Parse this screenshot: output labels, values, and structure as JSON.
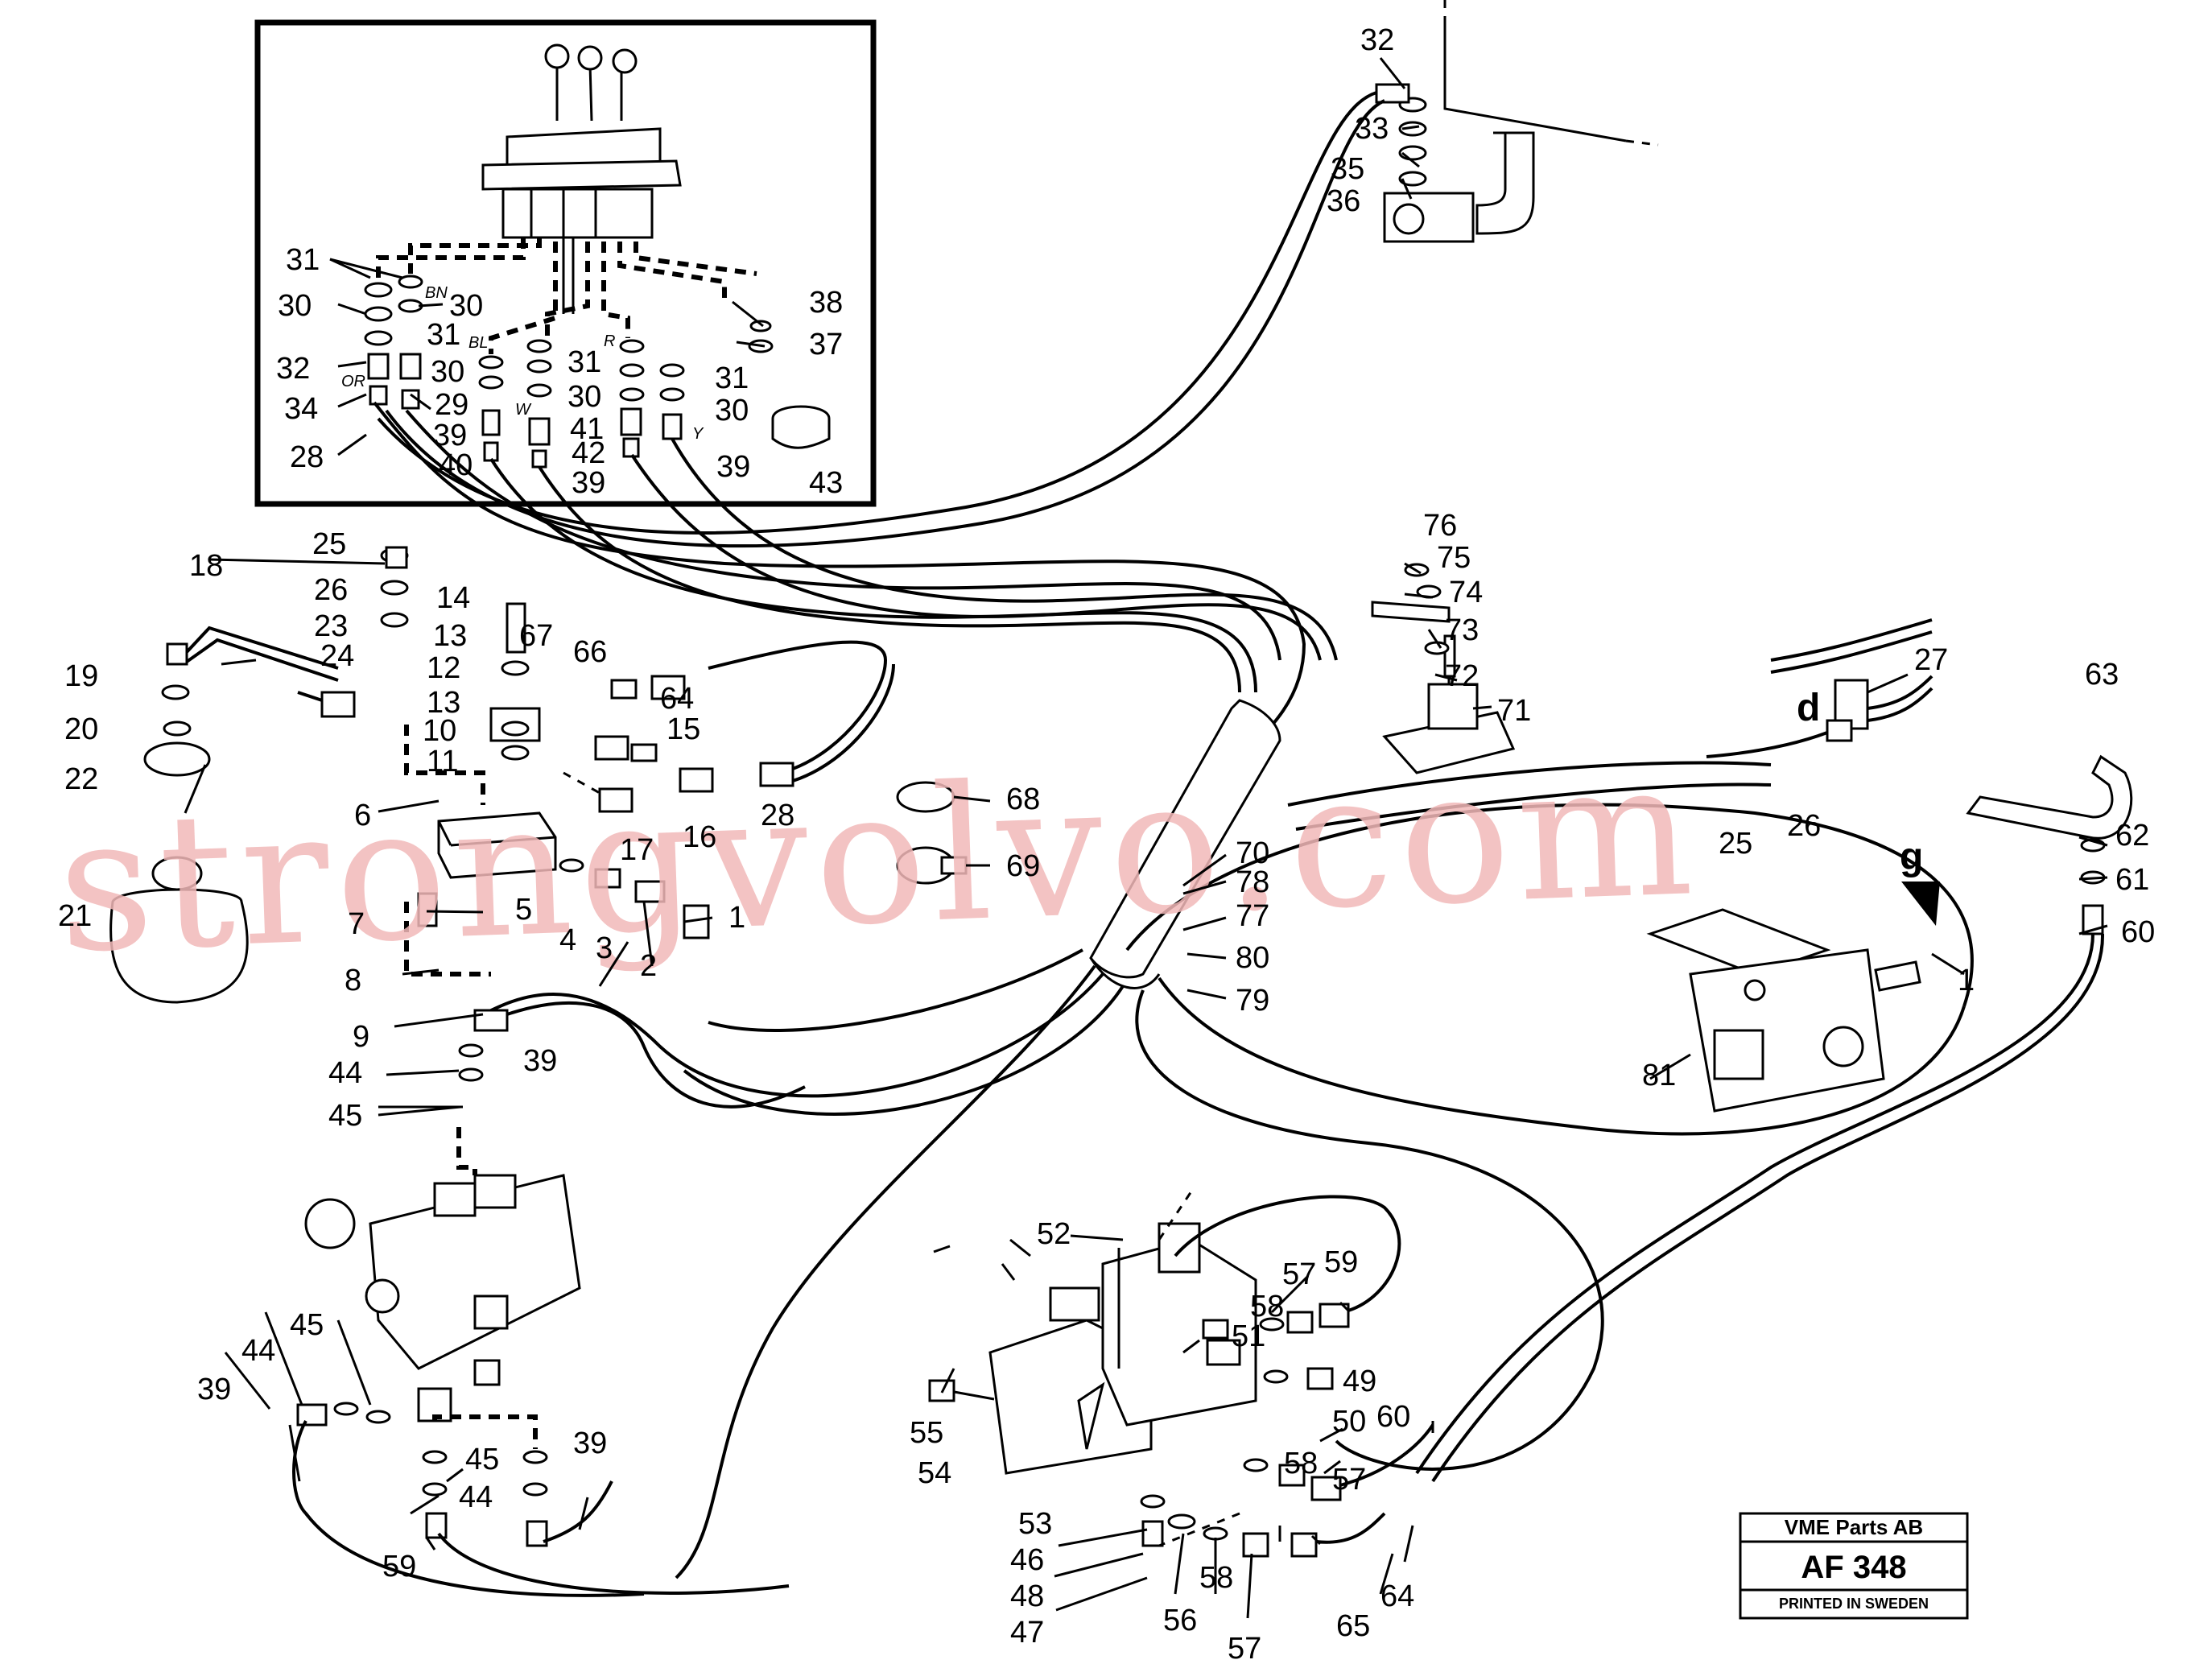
{
  "watermark": "strongvolvo.com",
  "stamp": {
    "company": "VME Parts AB",
    "code": "AF 348",
    "footer": "PRINTED IN SWEDEN"
  },
  "view_letters": {
    "d": "d",
    "g": "g"
  },
  "hose_tags": {
    "bn": "BN",
    "bl": "BL",
    "or": "OR",
    "w": "W",
    "r": "R",
    "y": "Y"
  },
  "callouts": {
    "c32a": "32",
    "c33": "33",
    "c35": "35",
    "c36": "36",
    "c31a": "31",
    "c30a": "30",
    "c30b": "30",
    "c31b": "31",
    "c32b": "32",
    "c30c": "30",
    "c34": "34",
    "c29": "29",
    "c39a": "39",
    "c28a": "28",
    "c40": "40",
    "c31c": "31",
    "c30d": "30",
    "c41": "41",
    "c42": "42",
    "c39b": "39",
    "c31d": "31",
    "c30e": "30",
    "c39c": "39",
    "c38": "38",
    "c37": "37",
    "c43": "43",
    "c25a": "25",
    "c26a": "26",
    "c23": "23",
    "c24": "24",
    "c18": "18",
    "c19": "19",
    "c20": "20",
    "c22": "22",
    "c21": "21",
    "c14": "14",
    "c13a": "13",
    "c12": "12",
    "c13b": "13",
    "c10": "10",
    "c11": "11",
    "c67": "67",
    "c66": "66",
    "c64a": "64",
    "c15": "15",
    "c16": "16",
    "c17": "17",
    "c28b": "28",
    "c6": "6",
    "c5": "5",
    "c7": "7",
    "c8": "8",
    "c9": "9",
    "c4": "4",
    "c3": "3",
    "c2": "2",
    "c1a": "1",
    "c39d": "39",
    "c44a": "44",
    "c45a": "45",
    "c68": "68",
    "c69": "69",
    "c76": "76",
    "c75": "75",
    "c74": "74",
    "c73": "73",
    "c72": "72",
    "c71": "71",
    "c70": "70",
    "c78": "78",
    "c77": "77",
    "c80": "80",
    "c79": "79",
    "c27": "27",
    "c25b": "25",
    "c26b": "26",
    "c63": "63",
    "c62": "62",
    "c61": "61",
    "c60a": "60",
    "c1b": "1",
    "c81": "81",
    "c45b": "45",
    "c44b": "44",
    "c39e": "39",
    "c45c": "45",
    "c44c": "44",
    "c39f": "39",
    "c59a": "59",
    "c52": "52",
    "c58a": "58",
    "c57a": "57",
    "c59b": "59",
    "c51": "51",
    "c55": "55",
    "c54": "54",
    "c49": "49",
    "c50": "50",
    "c60b": "60",
    "c58b": "58",
    "c57b": "57",
    "c53": "53",
    "c46": "46",
    "c48": "48",
    "c47": "47",
    "c56": "56",
    "c58c": "58",
    "c57c": "57",
    "c65": "65",
    "c64b": "64"
  }
}
